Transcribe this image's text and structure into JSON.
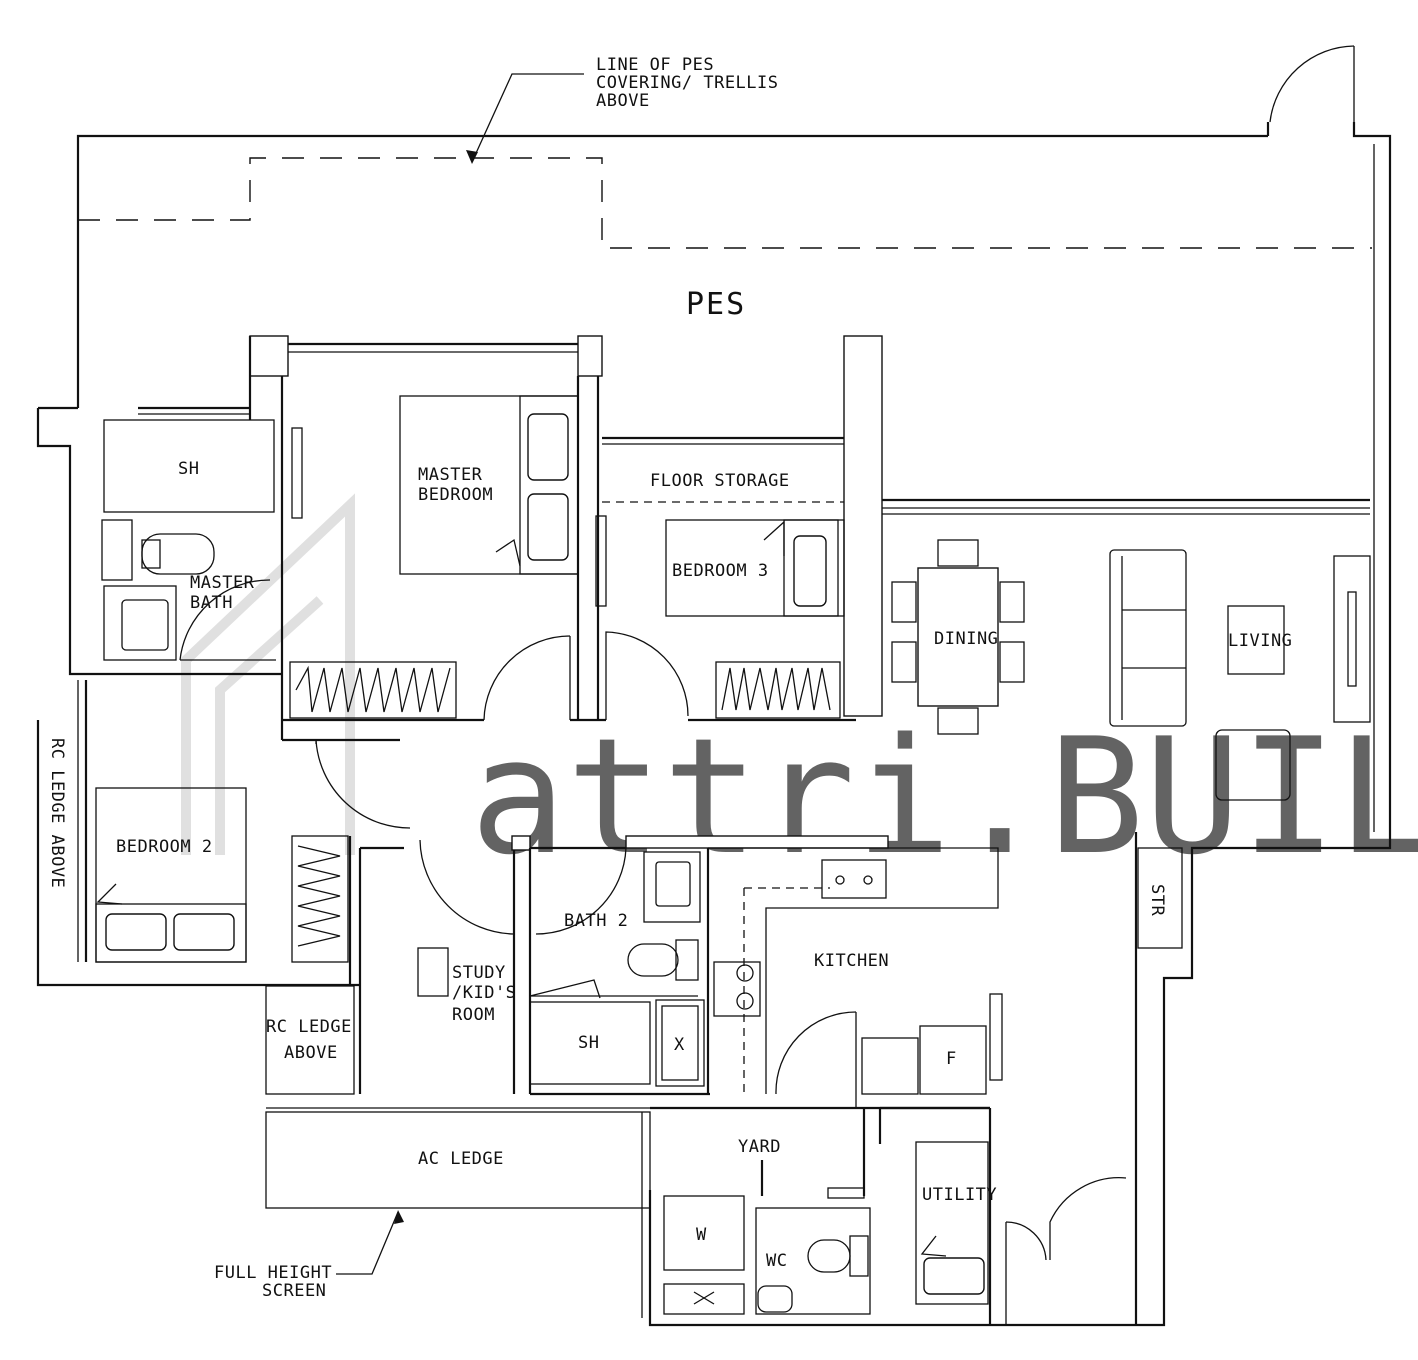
{
  "rooms": {
    "pes": "PES",
    "master_bedroom": [
      "MASTER",
      "BEDROOM"
    ],
    "sh_master": "SH",
    "master_bath": [
      "MASTER",
      "BATH"
    ],
    "floor_storage": "FLOOR STORAGE",
    "bedroom_3": "BEDROOM 3",
    "dining": "DINING",
    "living": "LIVING",
    "bedroom_2": "BEDROOM 2",
    "bath_2": "BATH 2",
    "sh_bath2": "SH",
    "shower_x": "X",
    "study": [
      "STUDY",
      "/KID'S",
      "ROOM"
    ],
    "kitchen": "KITCHEN",
    "fridge": "F",
    "str": "STR",
    "rc_ledge_above_side": "RC LEDGE ABOVE",
    "rc_ledge_above": [
      "RC LEDGE",
      "ABOVE"
    ],
    "ac_ledge": "AC LEDGE",
    "yard": "YARD",
    "washer": "W",
    "wc": "WC",
    "utility": "UTILITY"
  },
  "annotations": {
    "pes_covering": [
      "LINE OF PES",
      "COVERING/ TRELLIS",
      "ABOVE"
    ],
    "full_height_screen": [
      "FULL HEIGHT",
      "SCREEN"
    ]
  },
  "watermark": {
    "text": "attri.BUILD",
    "color": "#cfcfcf"
  }
}
